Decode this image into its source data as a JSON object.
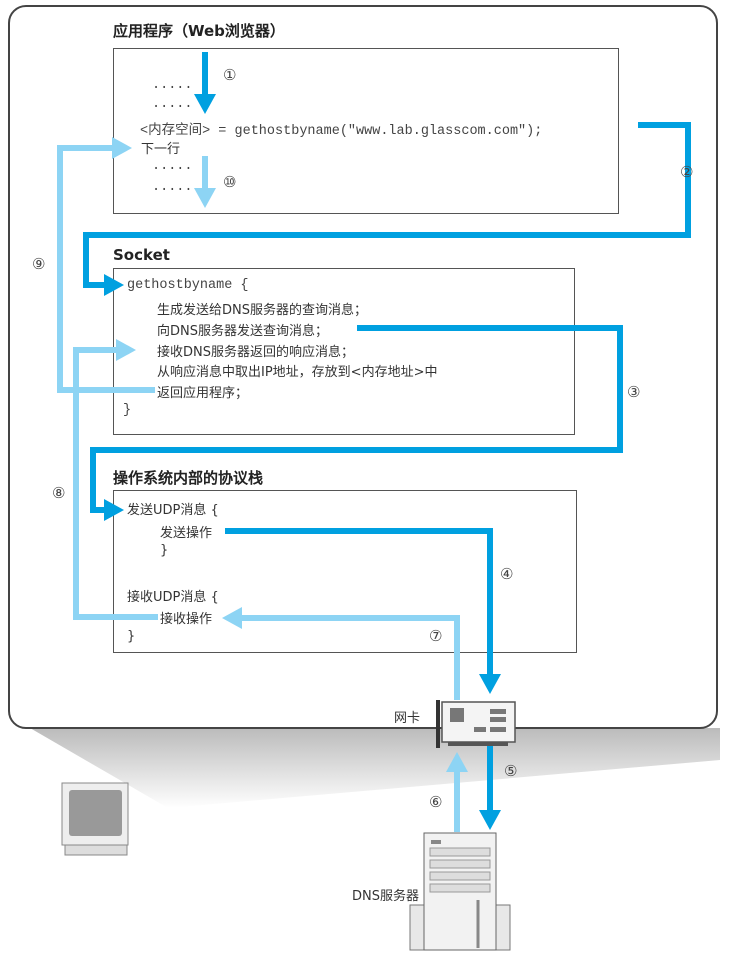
{
  "colors": {
    "request": "#00a0e0",
    "response": "#8dd4f4"
  },
  "app": {
    "title": "应用程序（Web浏览器）",
    "lines": [
      ".....",
      ".....",
      "<内存空间> = gethostbyname(\"www.lab.glasscom.com\");",
      "下一行",
      ".....",
      "....."
    ]
  },
  "socket": {
    "title": "Socket",
    "header": "gethostbyname  {",
    "lines": [
      "生成发送给DNS服务器的查询消息；",
      "向DNS服务器发送查询消息；",
      "接收DNS服务器返回的响应消息；",
      "从响应消息中取出IP地址，存放到<内存地址>中",
      "返回应用程序；"
    ],
    "footer": "}"
  },
  "os": {
    "title": "操作系统内部的协议栈",
    "send_header": "发送UDP消息  {",
    "send_op": "发送操作",
    "send_close": "}",
    "recv_header": "接收UDP消息  {",
    "recv_op": "接收操作",
    "recv_close": "}"
  },
  "steps": [
    "①",
    "②",
    "③",
    "④",
    "⑤",
    "⑥",
    "⑦",
    "⑧",
    "⑨",
    "⑩"
  ],
  "nic_label": "网卡",
  "server_label": "DNS服务器"
}
